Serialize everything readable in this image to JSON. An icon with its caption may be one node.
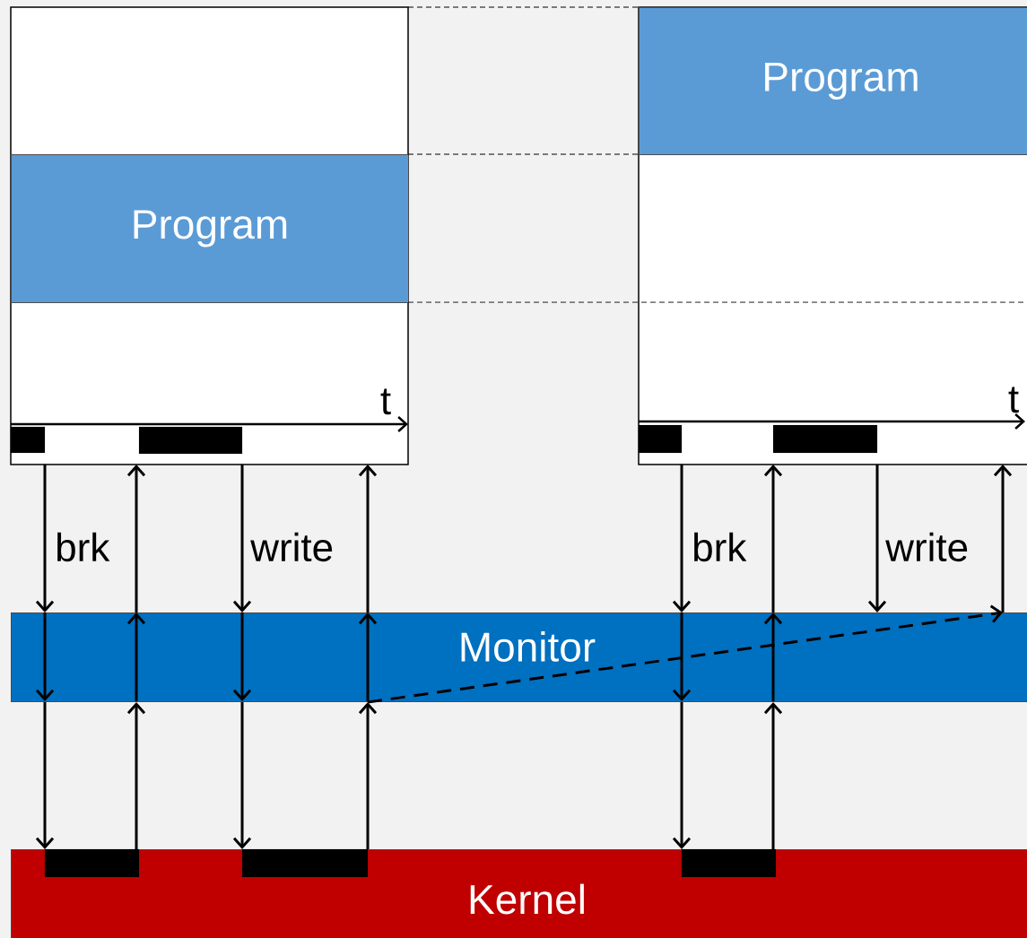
{
  "diagram": {
    "nodes": [
      {
        "text": [],
        "shape": "box"
      },
      {
        "text": [
          "Program"
        ],
        "in": 0
      },
      {
        "text": [],
        "shape": "box"
      },
      {
        "text": [
          "Program"
        ],
        "in": 2
      },
      {
        "text": [
          "Monitor"
        ]
      },
      {
        "text": [
          "Kernel"
        ]
      },
      {
        "text": [],
        "shape": "bar",
        "in": 5
      },
      {
        "text": [],
        "shape": "bar",
        "in": 5
      },
      {
        "text": [],
        "shape": "bar",
        "in": 5
      },
      {
        "text": [],
        "shape": "bar",
        "in": 0
      },
      {
        "text": [],
        "shape": "bar",
        "in": 0
      },
      {
        "text": [],
        "shape": "bar",
        "in": 2
      },
      {
        "text": [],
        "shape": "bar",
        "in": 2
      }
    ],
    "edges": [
      {
        "from": 0,
        "to": 4,
        "arrow": "to",
        "label": "brk"
      },
      {
        "from": 4,
        "to": 0,
        "arrow": "to"
      },
      {
        "from": 0,
        "to": 4,
        "arrow": "to",
        "label": "write"
      },
      {
        "from": 4,
        "to": 0,
        "arrow": "to"
      },
      {
        "from": 2,
        "to": 4,
        "arrow": "to",
        "label": "brk"
      },
      {
        "from": 4,
        "to": 2,
        "arrow": "to"
      },
      {
        "from": 2,
        "to": 4,
        "arrow": "to",
        "label": "write"
      },
      {
        "from": 4,
        "to": 2,
        "arrow": "to"
      },
      {
        "from": 4,
        "to": 6,
        "arrow": "to"
      },
      {
        "from": 6,
        "to": 4,
        "arrow": "to"
      },
      {
        "from": 4,
        "to": 7,
        "arrow": "to"
      },
      {
        "from": 7,
        "to": 4,
        "arrow": "to"
      },
      {
        "from": 4,
        "to": 8,
        "arrow": "to"
      },
      {
        "from": 8,
        "to": 4,
        "arrow": "to"
      },
      {
        "from": 4,
        "to": 4,
        "arrow": "to",
        "style": "dashed"
      }
    ],
    "labels": [
      "t",
      "t"
    ]
  }
}
